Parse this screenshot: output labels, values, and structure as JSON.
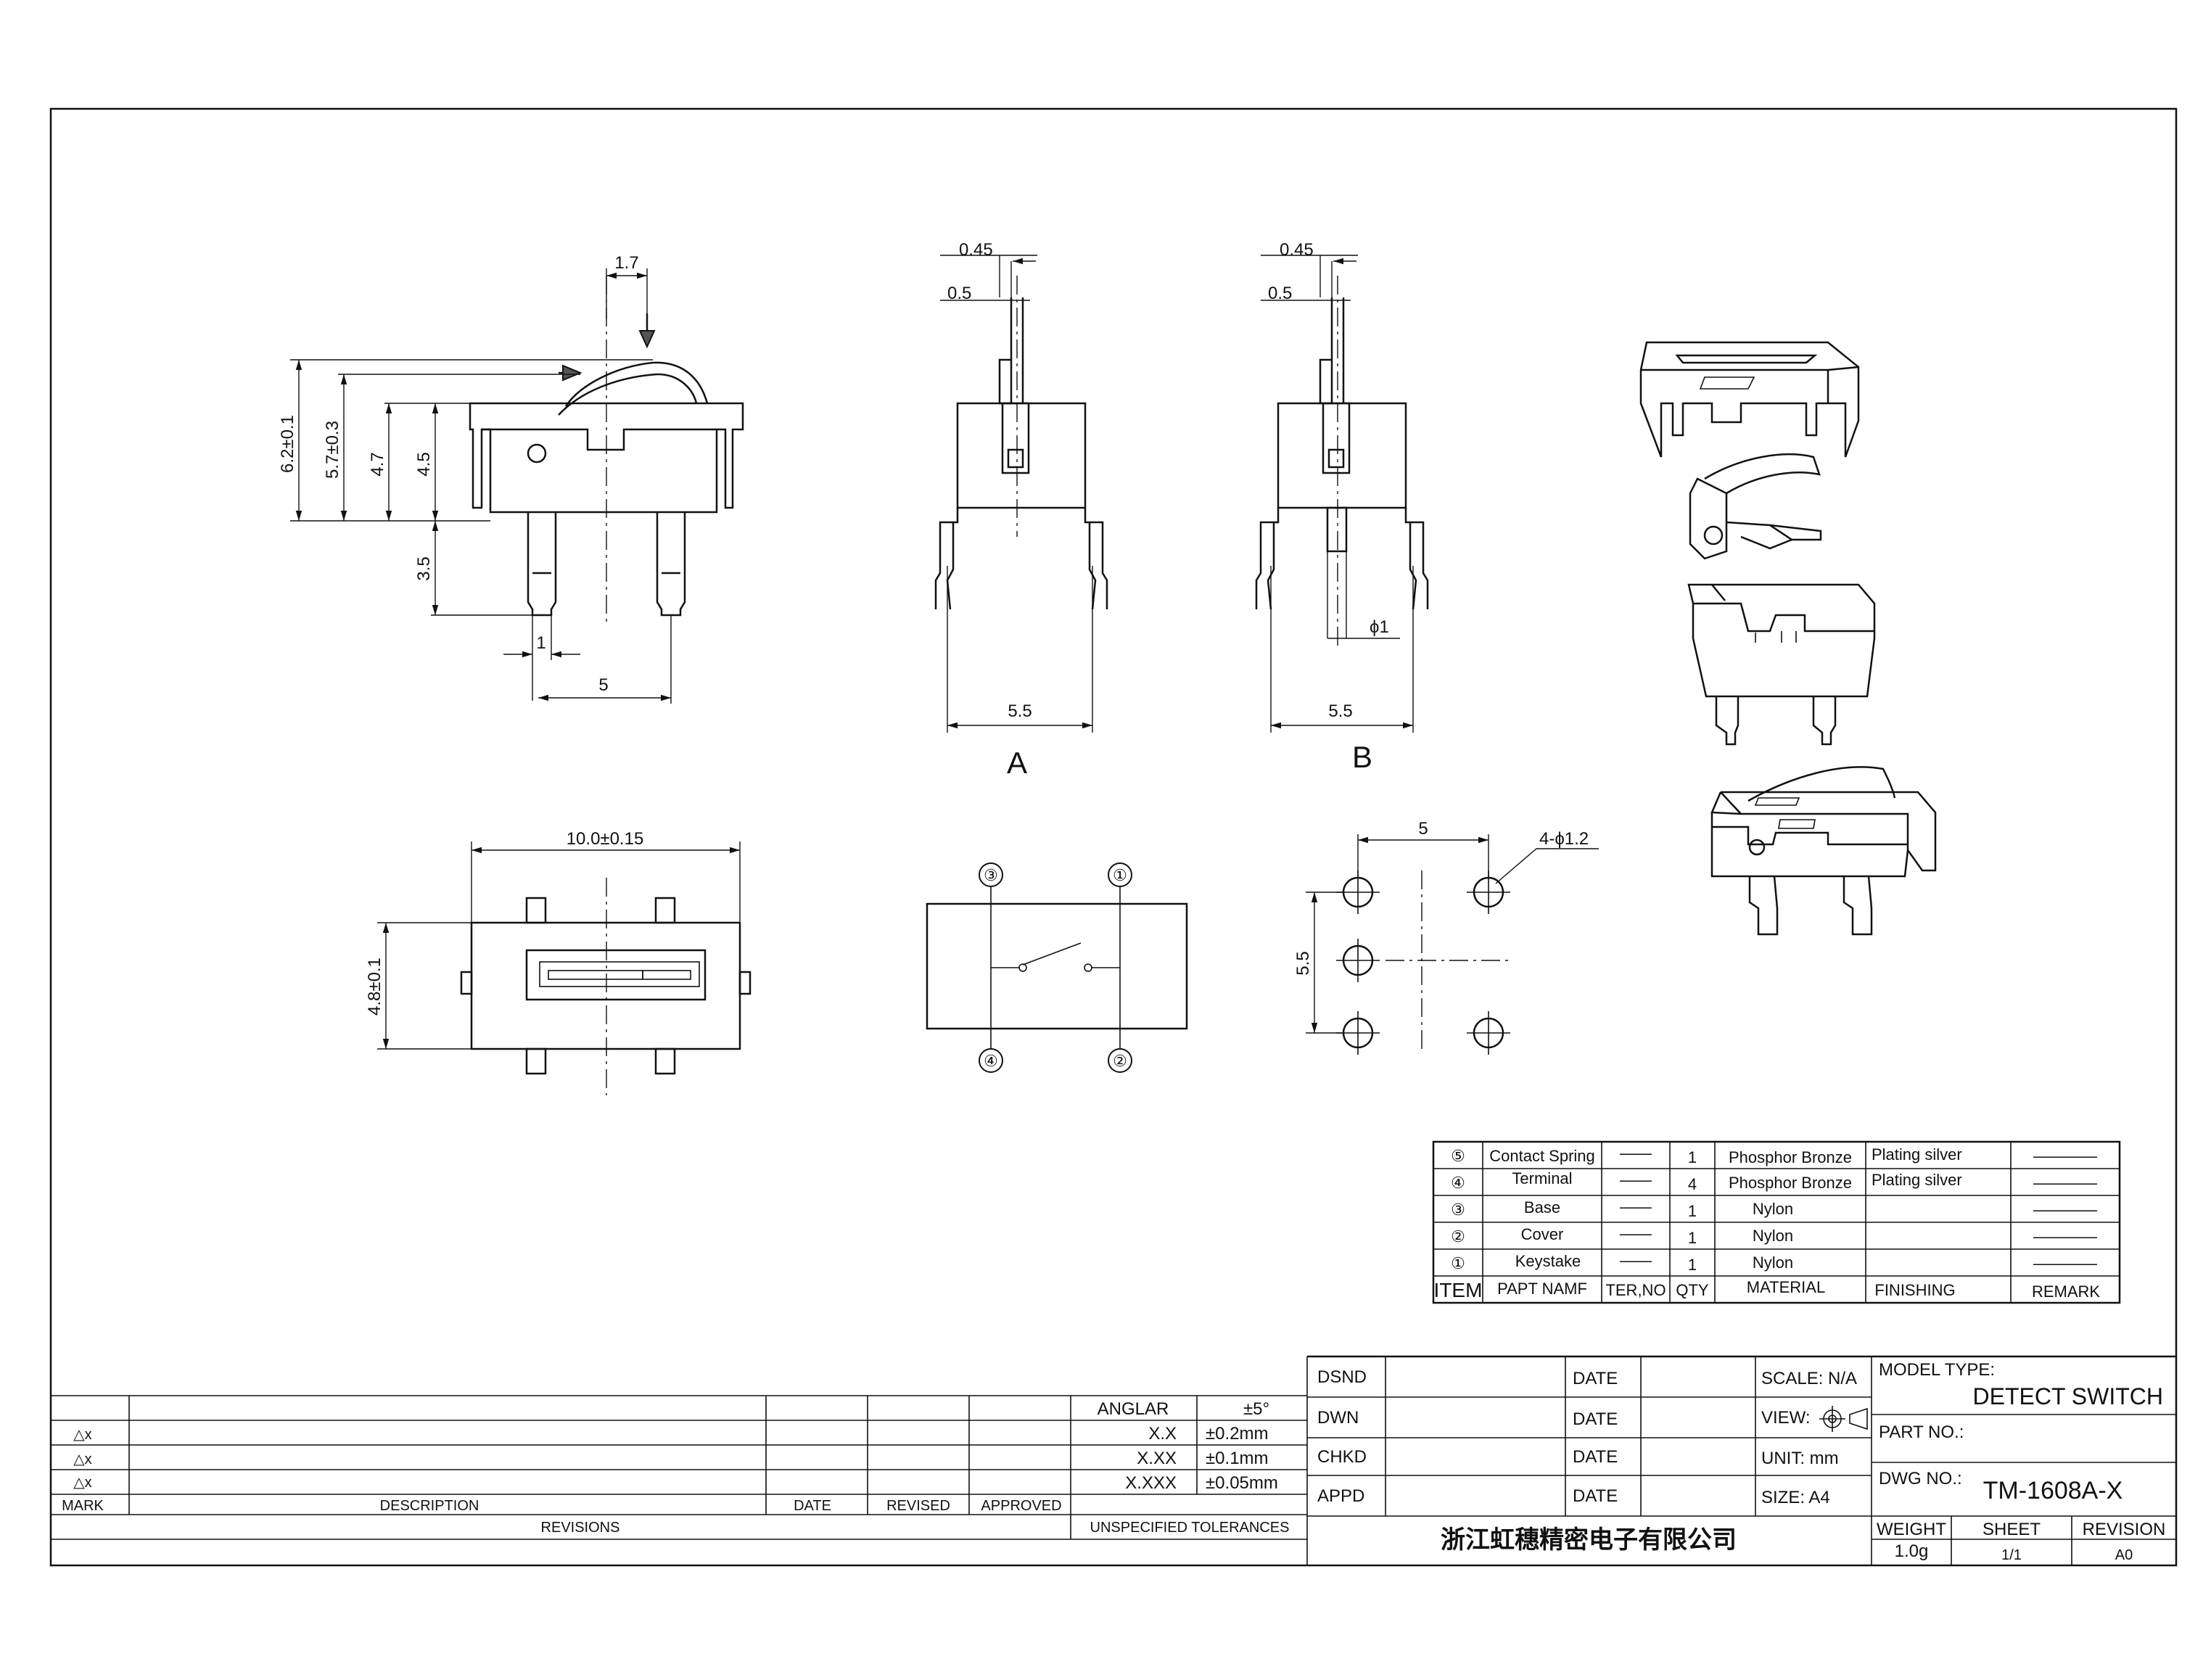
{
  "views": {
    "side": {
      "dims": [
        "1.7",
        "6.2±0.1",
        "5.7±0.3",
        "4.7",
        "4.5",
        "3.5",
        "1",
        "5"
      ]
    },
    "view_a": {
      "dims": [
        "0.45",
        "0.5",
        "5.5"
      ],
      "label": "A"
    },
    "view_b": {
      "dims": [
        "0.45",
        "0.5",
        "5.5",
        "ϕ1"
      ],
      "label": "B"
    },
    "top": {
      "dims": [
        "10.0±0.15",
        "4.8±0.1"
      ]
    },
    "schematic": {
      "pins": [
        "③",
        "①",
        "④",
        "②"
      ]
    },
    "pcb": {
      "dims": [
        "5",
        "5.5",
        "4-ϕ1.2"
      ]
    }
  },
  "bom": {
    "rows": [
      {
        "item": "⑤",
        "name": "Contact Spring",
        "ter": "——",
        "qty": "1",
        "material": "Phosphor Bronze",
        "finishing": "Plating silver",
        "remark": "————"
      },
      {
        "item": "④",
        "name": "Terminal",
        "ter": "——",
        "qty": "4",
        "material": "Phosphor Bronze",
        "finishing": "Plating silver",
        "remark": "————"
      },
      {
        "item": "③",
        "name": "Base",
        "ter": "——",
        "qty": "1",
        "material": "Nylon",
        "finishing": "",
        "remark": "————"
      },
      {
        "item": "②",
        "name": "Cover",
        "ter": "——",
        "qty": "1",
        "material": "Nylon",
        "finishing": "",
        "remark": "————"
      },
      {
        "item": "①",
        "name": "Keystake",
        "ter": "——",
        "qty": "1",
        "material": "Nylon",
        "finishing": "",
        "remark": "————"
      }
    ],
    "header": {
      "item": "ITEM",
      "name": "PAPT NAMF",
      "ter": "TER,NO",
      "qty": "QTY",
      "material": "MATERIAL",
      "finishing": "FINISHING",
      "remark": "REMARK"
    }
  },
  "revisions": {
    "marks": [
      "△x",
      "△x",
      "△x"
    ],
    "header": {
      "mark": "MARK",
      "description": "DESCRIPTION",
      "date": "DATE",
      "revised": "REVISED",
      "approved": "APPROVED"
    },
    "footer": "REVISIONS"
  },
  "tolerances": {
    "rows": [
      {
        "label": "ANGLAR",
        "value": "±5°"
      },
      {
        "label": "X.X",
        "value": "±0.2mm"
      },
      {
        "label": "X.XX",
        "value": "±0.1mm"
      },
      {
        "label": "X.XXX",
        "value": "±0.05mm"
      }
    ],
    "footer": "UNSPECIFIED TOLERANCES"
  },
  "title_block": {
    "roles": [
      "DSND",
      "DWN",
      "CHKD",
      "APPD"
    ],
    "date_label": "DATE",
    "scale": "SCALE: N/A",
    "view": "VIEW:",
    "unit": "UNIT: mm",
    "size": "SIZE: A4",
    "company": "浙江虹穗精密电子有限公司",
    "model_type_label": "MODEL TYPE:",
    "model_type": "DETECT SWITCH",
    "part_no_label": "PART NO.:",
    "dwg_no_label": "DWG NO.:",
    "dwg_no": "TM-1608A-X",
    "weight_label": "WEIGHT",
    "weight": "1.0g",
    "sheet_label": "SHEET",
    "sheet": "1/1",
    "revision_label": "REVISION",
    "revision": "A0"
  }
}
